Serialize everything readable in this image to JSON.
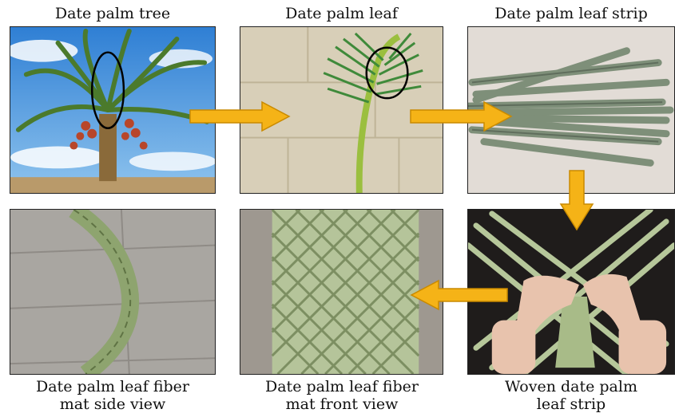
{
  "panels": {
    "tree": {
      "label": "Date palm tree"
    },
    "leaf": {
      "label": "Date palm leaf"
    },
    "strip": {
      "label": "Date palm leaf strip"
    },
    "side": {
      "label_line1": "Date palm leaf fiber",
      "label_line2": "mat side view"
    },
    "front": {
      "label_line1": "Date palm leaf fiber",
      "label_line2": "mat front view"
    },
    "woven": {
      "label_line1": "Woven date palm",
      "label_line2": "leaf strip"
    }
  },
  "colors": {
    "arrow": "#f5b317",
    "arrow_edge": "#c98a00"
  }
}
